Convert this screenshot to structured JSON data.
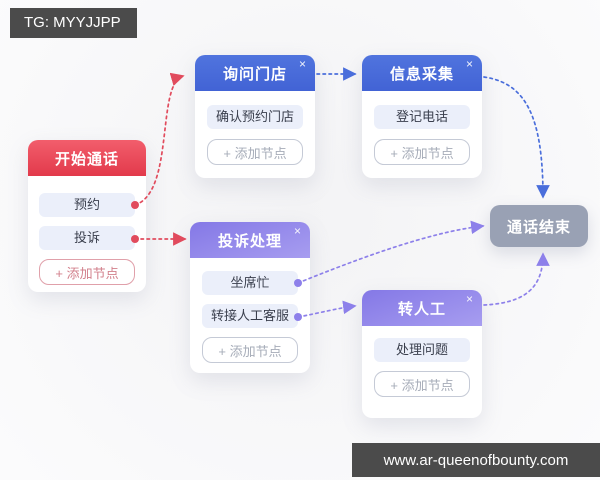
{
  "overlays": {
    "tg_label": "TG: MYYJJPP",
    "watermark": "www.ar-queenofbounty.com"
  },
  "icons": {
    "close": "×"
  },
  "nodes": {
    "start": {
      "title": "开始通话",
      "chips": [
        "预约",
        "投诉"
      ],
      "add_button": "+ 添加节点"
    },
    "ask_store": {
      "title": "询问门店",
      "chips": [
        "确认预约门店"
      ],
      "add_button": "+ 添加节点"
    },
    "info_collect": {
      "title": "信息采集",
      "chips": [
        "登记电话"
      ],
      "add_button": "+ 添加节点"
    },
    "complaint": {
      "title": "投诉处理",
      "chips": [
        "坐席忙",
        "转接人工客服"
      ],
      "add_button": "+ 添加节点"
    },
    "to_human": {
      "title": "转人工",
      "chips": [
        "处理问题"
      ],
      "add_button": "+ 添加节点"
    },
    "end": {
      "title": "通话结束"
    }
  },
  "colors": {
    "canvas-bg": "#f3f3f5",
    "header-red-a": "#f25e6c",
    "header-red-b": "#e23a4b",
    "header-blue-a": "#5074de",
    "header-blue-b": "#4263d5",
    "header-purple-a": "#8478e6",
    "header-purple-b": "#a79df0",
    "end-node": "#99a1b4",
    "chip-bg": "#ebeffa",
    "chip-text": "#3a3f4d",
    "add-border": "#c5cad6",
    "add-text": "#a6acb8",
    "add-border-red": "#e0a0aa",
    "add-text-red": "#d2808c",
    "arrow-red": "#e14b5d",
    "arrow-blue": "#4a6edb",
    "arrow-purple": "#8d80ea",
    "overlay-bg": "#4b4b4b"
  }
}
